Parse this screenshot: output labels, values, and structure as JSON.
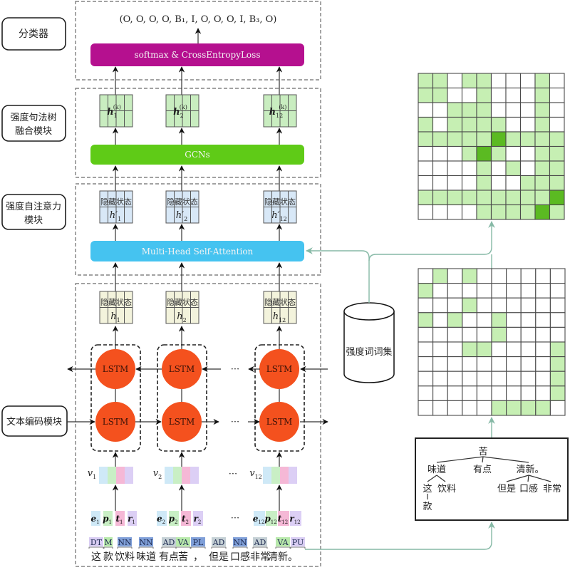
{
  "figure": {
    "module_labels": {
      "classifier": "分类器",
      "syntax_fusion": [
        "强度句法树",
        "融合模块"
      ],
      "self_attention": [
        "强度自注意力",
        "模块"
      ],
      "text_encoding": "文本编码模块"
    },
    "output_sequence": "(O, O, O, O, B₁, I, O, O, O, I, B₃, O)",
    "softmax_label": "softmax & CrossEntropyLoss",
    "gcn_label": "GCNs",
    "attention_label": "Multi-Head Self-Attention",
    "lstm_label": "LSTM",
    "ellipsis": "···",
    "hidden_state_label": "隐藏状态",
    "lexicon_label": "强度词词集"
  },
  "columns": [
    {
      "index": "1",
      "gcn_symbol": "h",
      "gcn_sup": "(k)",
      "attn_symbol": "h′",
      "hidden_symbol": "h",
      "vector_symbol": "v",
      "features": [
        "e",
        "p",
        "t",
        "r"
      ]
    },
    {
      "index": "2",
      "gcn_symbol": "h",
      "gcn_sup": "(k)",
      "attn_symbol": "h′",
      "hidden_symbol": "h",
      "vector_symbol": "v",
      "features": [
        "e",
        "p",
        "t",
        "r"
      ]
    },
    {
      "index": "12",
      "gcn_symbol": "h",
      "gcn_sup": "(k)",
      "attn_symbol": "h′",
      "hidden_symbol": "h",
      "vector_symbol": "v",
      "features": [
        "e",
        "p",
        "t",
        "r"
      ]
    }
  ],
  "tokens": [
    {
      "pos": "DT",
      "word": "这"
    },
    {
      "pos": "M",
      "word": "款"
    },
    {
      "pos": "NN",
      "word": "饮料"
    },
    {
      "pos": "NN",
      "word": "味道"
    },
    {
      "pos": "AD",
      "word": "有点"
    },
    {
      "pos": "VA",
      "word": "苦"
    },
    {
      "pos": "PL",
      "word": "，"
    },
    {
      "pos": "AD",
      "word": "但是"
    },
    {
      "pos": "NN",
      "word": "口感"
    },
    {
      "pos": "AD",
      "word": "非常"
    },
    {
      "pos": "VA",
      "word": "清新。"
    },
    {
      "pos": "PU",
      "word": ""
    }
  ],
  "pos_colors": {
    "DT": "#d9cdf3",
    "M": "#b8e9ab",
    "NN": "#7f9fd8",
    "AD": "#c5d0d5",
    "VA": "#b8e9ab",
    "PL": "#7f9fd8",
    "PU": "#d9cdf3"
  },
  "colors": {
    "classifier_bar": "#b5108f",
    "gcn_bar": "#5fcb17",
    "attention_bar": "#45c3f0",
    "lstm_cell": "#f4511e",
    "gcn_cell": "#c9edc0",
    "attention_cell": "#d8e8f7",
    "hidden_cell": "#f3f3dc",
    "feature_e": "#cfe9f7",
    "feature_p": "#c9efc5",
    "feature_t": "#f5b8d6",
    "feature_r": "#dccff5",
    "matrix_weak": "#c6efb3",
    "matrix_strong": "#5bba22",
    "connector": "#86b9a6"
  },
  "matrices": {
    "fused": [
      [
        1,
        1,
        0,
        1,
        1,
        0,
        0,
        0,
        1,
        0
      ],
      [
        1,
        1,
        0,
        0,
        1,
        0,
        0,
        0,
        1,
        0
      ],
      [
        0,
        0,
        1,
        1,
        1,
        0,
        0,
        0,
        1,
        0
      ],
      [
        1,
        0,
        1,
        1,
        1,
        1,
        0,
        0,
        1,
        0
      ],
      [
        1,
        1,
        1,
        1,
        1,
        2,
        1,
        1,
        1,
        1
      ],
      [
        0,
        0,
        0,
        1,
        2,
        1,
        0,
        0,
        1,
        1
      ],
      [
        0,
        0,
        0,
        0,
        1,
        0,
        1,
        0,
        1,
        1
      ],
      [
        0,
        0,
        0,
        0,
        1,
        0,
        0,
        1,
        1,
        1
      ],
      [
        1,
        1,
        1,
        1,
        1,
        1,
        1,
        1,
        1,
        2
      ],
      [
        0,
        0,
        0,
        0,
        1,
        1,
        1,
        1,
        2,
        1
      ]
    ],
    "syntax": [
      [
        0,
        1,
        0,
        1,
        0,
        0,
        0,
        0,
        0,
        0
      ],
      [
        1,
        0,
        0,
        0,
        0,
        0,
        0,
        0,
        0,
        0
      ],
      [
        0,
        0,
        0,
        1,
        0,
        0,
        0,
        0,
        0,
        0
      ],
      [
        1,
        0,
        1,
        0,
        0,
        1,
        0,
        0,
        0,
        0
      ],
      [
        0,
        0,
        0,
        0,
        0,
        1,
        0,
        0,
        0,
        0
      ],
      [
        0,
        0,
        0,
        1,
        1,
        0,
        0,
        0,
        0,
        1
      ],
      [
        0,
        0,
        0,
        0,
        0,
        0,
        0,
        0,
        0,
        1
      ],
      [
        0,
        0,
        0,
        0,
        0,
        0,
        0,
        0,
        0,
        1
      ],
      [
        0,
        0,
        0,
        0,
        0,
        0,
        0,
        0,
        0,
        1
      ],
      [
        0,
        0,
        0,
        0,
        0,
        1,
        1,
        1,
        1,
        0
      ]
    ]
  },
  "dependency_tree": {
    "label": "苦",
    "children": [
      {
        "label": "味道",
        "children": [
          {
            "label": "这",
            "children": [
              {
                "label": "款"
              }
            ]
          },
          {
            "label": "饮料"
          }
        ]
      },
      {
        "label": "有点"
      },
      {
        "label": "清新。",
        "children": [
          {
            "label": "但是"
          },
          {
            "label": "口感"
          },
          {
            "label": "非常"
          }
        ]
      }
    ]
  }
}
